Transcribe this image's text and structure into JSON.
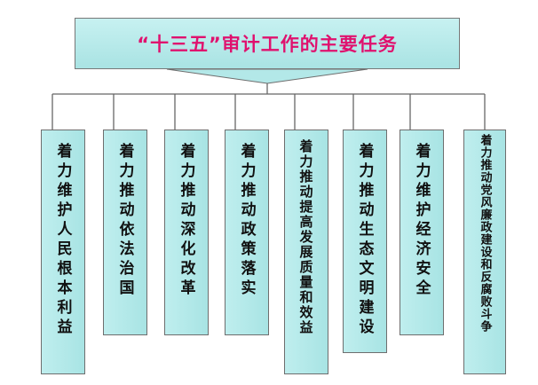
{
  "title": "“十三五”审计工作的主要任务",
  "colors": {
    "box_fill": "#b3e8e8",
    "title_text": "#e0116e",
    "line": "#666666"
  },
  "tasks": [
    {
      "label": "着力维护人民根本利益"
    },
    {
      "label": "着力推动依法治国"
    },
    {
      "label": "着力推动深化改革"
    },
    {
      "label": "着力推动政策落实"
    },
    {
      "label": "着力推动提高发展质量和效益"
    },
    {
      "label": "着力推动生态文明建设"
    },
    {
      "label": "着力维护经济安全"
    },
    {
      "label": "着力推动党风廉政建设和反腐败斗争"
    }
  ]
}
